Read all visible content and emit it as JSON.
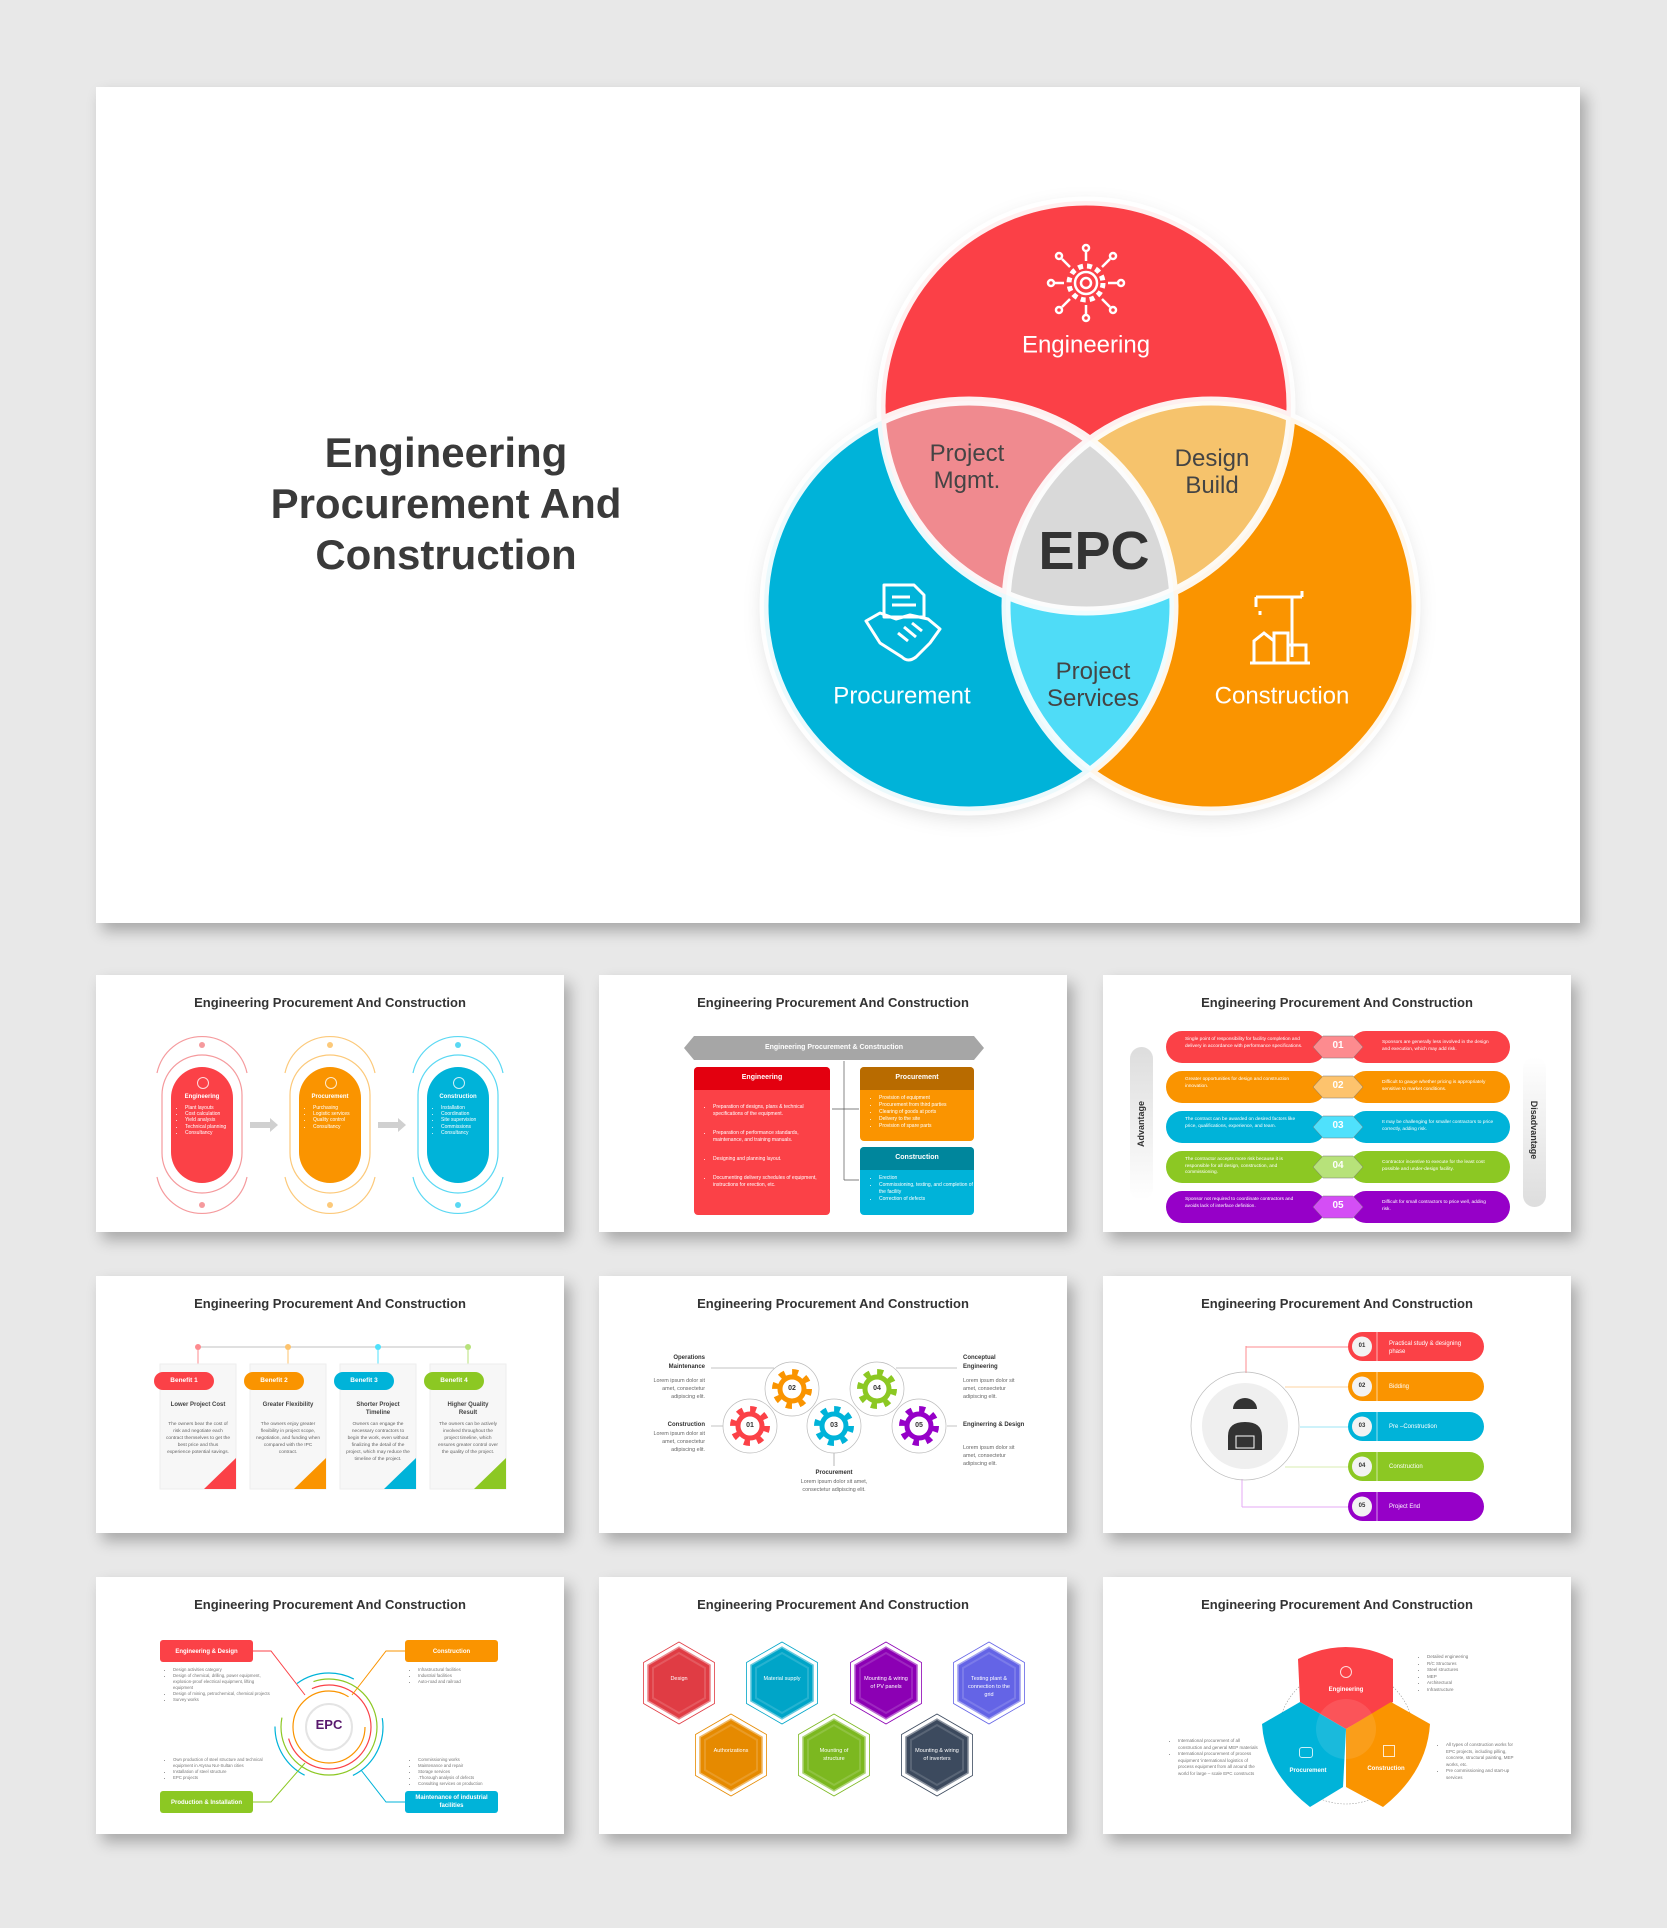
{
  "colors": {
    "red": "#fb4147",
    "orange": "#fa9400",
    "blue": "#00b3d9",
    "green": "#8cc823",
    "purple": "#9600c8",
    "gray": "#d9d9d9",
    "dark": "#333333"
  },
  "main_slide": {
    "title_lines": [
      "Engineering",
      "Procurement And",
      "Construction"
    ],
    "venn": {
      "engineering": "Engineering",
      "procurement": "Procurement",
      "construction": "Construction",
      "project_mgmt": [
        "Project",
        "Mgmt."
      ],
      "design_build": [
        "Design",
        "Build"
      ],
      "project_services": [
        "Project",
        "Services"
      ],
      "center": "EPC",
      "icons": [
        "gear-network-icon",
        "handshake-icon",
        "crane-building-icon"
      ]
    }
  },
  "thumbnails": [
    {
      "title": "Engineering Procurement And Construction",
      "stages": [
        {
          "label": "Engineering",
          "icon": "gear-network-icon",
          "items": [
            "Plant layouts",
            "Cost calculation",
            "Yield analysis",
            "Technical planning",
            "Consultancy"
          ]
        },
        {
          "label": "Procurement",
          "icon": "handshake-icon",
          "items": [
            "Purchasing",
            "Logistic services",
            "Quality control",
            "Consultancy"
          ]
        },
        {
          "label": "Construction",
          "icon": "crane-building-icon",
          "items": [
            "Installation",
            "Coordination",
            "Site supervision",
            "Commissions",
            "Consultancy"
          ]
        }
      ]
    },
    {
      "title": "Engineering Procurement And Construction",
      "banner": "Engineering Procurement & Construction",
      "boxes": [
        {
          "label": "Engineering",
          "items": [
            "Preparation of designs, plans & technical specifications of the equipment.",
            "Preparation of performance standards, maintenance, and training manuals.",
            "Designing and planning layout.",
            "Documenting delivery schedules of equipment, instructions for erection, etc."
          ]
        },
        {
          "label": "Procurement",
          "items": [
            "Provision of equipment",
            "Procurement from third parties",
            "Clearing of goods at ports",
            "Delivery to the site",
            "Provision of spare parts"
          ]
        },
        {
          "label": "Construction",
          "items": [
            "Erection",
            "Commissioning, testing, and completion of the facility",
            "Correction of defects"
          ]
        }
      ]
    },
    {
      "title": "Engineering Procurement And Construction",
      "left_label": "Advantage",
      "right_label": "Disadvantage",
      "rows": [
        {
          "num": "01",
          "adv": "Single point of responsibility for facility completion and delivery in accordance with performance specifications.",
          "dis": "Sponsors are generally less involved in the design and execution, which may add risk."
        },
        {
          "num": "02",
          "adv": "Greater opportunities for design and construction innovation.",
          "dis": "Difficult to gauge whether pricing is appropriately sensitive to market conditions."
        },
        {
          "num": "03",
          "adv": "The contract can be awarded on desired factors like price, qualifications, experience, and team.",
          "dis": "It may be challenging for smaller contractors to price correctly, adding risk."
        },
        {
          "num": "04",
          "adv": "The contractor accepts more risk because it is responsible for all design, construction, and commissioning.",
          "dis": "Contractor incentive to execute for the least cost possible and under-design facility."
        },
        {
          "num": "05",
          "adv": "Sponsor not required to coordinate contractors and avoids lack of interface definition.",
          "dis": "Difficult for small contractors to price well, adding risk."
        }
      ]
    },
    {
      "title": "Engineering Procurement And Construction",
      "cards": [
        {
          "tag": "Benefit 1",
          "heading": "Lower Project Cost",
          "text": "The owners bear the cost of risk and negotiate each contract themselves to get the best price and thus experience potential savings."
        },
        {
          "tag": "Benefit 2",
          "heading": "Greater Flexibility",
          "text": "The owners enjoy greater flexibility in project scope, negotiation, and funding when compared with the IPC contract."
        },
        {
          "tag": "Benefit 3",
          "heading": "Shorter Project Timeline",
          "text": "Owners can engage the necessary contractors to begin the work, even without finalizing the detail of the project, which may reduce the timeline of the project."
        },
        {
          "tag": "Benefit 4",
          "heading": "Higher Quality Result",
          "text": "The owners can be actively involved throughout the project timeline, which ensures greater control over the quality of the project."
        }
      ]
    },
    {
      "title": "Engineering Procurement And Construction",
      "gears": [
        {
          "num": "01",
          "heading": "Construction",
          "text": "Lorem ipsum dolor sit amet, consectetur adipiscing elit."
        },
        {
          "num": "02",
          "heading": "Operations Maintenance",
          "text": "Lorem ipsum dolor sit amet, consectetur adipiscing elit."
        },
        {
          "num": "03",
          "heading": "Procurement",
          "text": "Lorem ipsum dolor sit amet, consectetur adipiscing elit."
        },
        {
          "num": "04",
          "heading": "Conceptual Engineering",
          "text": "Lorem ipsum dolor sit amet, consectetur adipiscing elit."
        },
        {
          "num": "05",
          "heading": "Enginerring & Design",
          "text": "Lorem ipsum dolor sit amet, consectetur adipiscing elit."
        }
      ]
    },
    {
      "title": "Engineering Procurement And Construction",
      "icon": "engineer-icon",
      "steps": [
        {
          "num": "01",
          "label": "Practical study & designing phase"
        },
        {
          "num": "02",
          "label": "Bidding"
        },
        {
          "num": "03",
          "label": "Pre –Construction"
        },
        {
          "num": "04",
          "label": "Construction"
        },
        {
          "num": "05",
          "label": "Project End"
        }
      ]
    },
    {
      "title": "Engineering Procurement And Construction",
      "center": "EPC",
      "quadrants": [
        {
          "label": "Engineering & Design",
          "items": [
            "Design activities category",
            "Design of chemical, drilling, power equipment, explosion-proof electrical equipment, lifting equipment",
            "Design of mining, petrochemical, chemical projects",
            "Survey works"
          ]
        },
        {
          "label": "Construction",
          "items": [
            "Infrastructural facilities",
            "Industrial facilities",
            "Auto-road and railroad"
          ]
        },
        {
          "label": "Production & Installation",
          "items": [
            "Own production of steel structure and technical equipment in Atyrau Nur-Sultan cities",
            "Installation of steel structure",
            "EPC projects"
          ]
        },
        {
          "label": "Maintenance of industrial facilities",
          "items": [
            "Commissioning works",
            "Maintenance and repair",
            "Storage services",
            ".Thorough analysis of defects",
            "Consulting services on production"
          ]
        }
      ]
    },
    {
      "title": "Engineering Procurement And Construction",
      "hexagons": [
        {
          "label": "Design",
          "color": "#e03c44"
        },
        {
          "label": "Material supply",
          "color": "#00a5c8"
        },
        {
          "label": "Mounting & wiring of PV panels",
          "color": "#8c00b4"
        },
        {
          "label": "Testing plant & connection to the grid",
          "color": "#6464e6"
        },
        {
          "label": "Authorizations",
          "color": "#e68a00"
        },
        {
          "label": "Mounting of structure",
          "color": "#7cb820"
        },
        {
          "label": "Mounting & wiring of inverters",
          "color": "#3c4a5e"
        }
      ]
    },
    {
      "title": "Engineering Procurement And Construction",
      "segments": [
        {
          "label": "Engineering",
          "items": [
            "Detailed engineering",
            "R/C Structures",
            "Steel structures",
            "MEP",
            "Architectural",
            "Infrastructure"
          ]
        },
        {
          "label": "Procurement",
          "items": [
            "International procurement of all construction and general MEP materials",
            "International procurement of process equipment ‘international logistics of process equipment from all around the world for large – scale EPC constructs"
          ]
        },
        {
          "label": "Construction",
          "items": [
            "All types of construction works for EPC projects, including pilling, concrete, structural painting, MEP works, etc.",
            "Pre commissioning and start-up services"
          ]
        }
      ]
    }
  ]
}
